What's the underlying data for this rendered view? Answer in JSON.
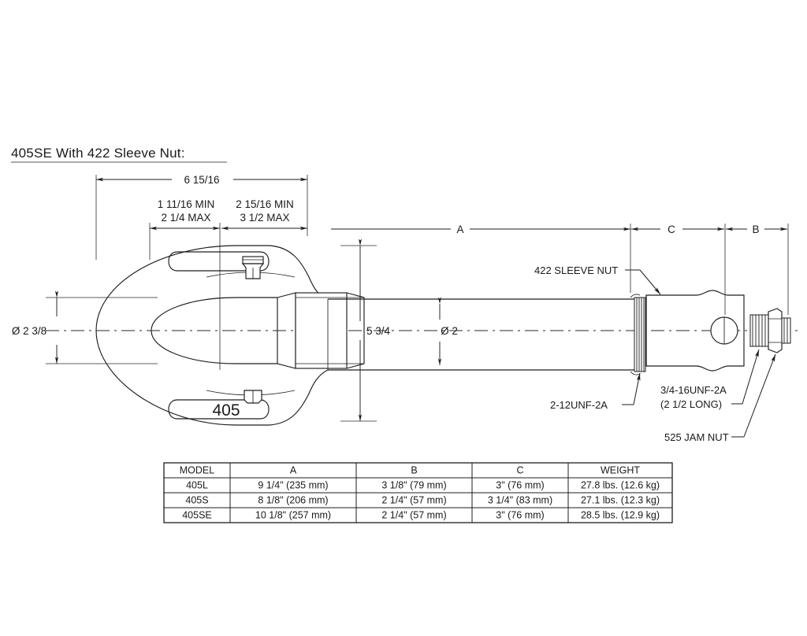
{
  "title": "405SE With 422 Sleeve Nut:",
  "dimensions": {
    "overall_top": "6 15/16",
    "seg1_min": "1 11/16 MIN",
    "seg1_max": "2 1/4 MAX",
    "seg2_min": "2 15/16 MIN",
    "seg2_max": "3 1/2 MAX",
    "letter_a": "A",
    "letter_c": "C",
    "letter_b": "B",
    "eye_diameter": "Ø 2 3/8",
    "head_height": "5 3/4",
    "shank_diameter": "Ø 2"
  },
  "callouts": {
    "sleeve_nut": "422 SLEEVE NUT",
    "shank_thread": "2-12UNF-2A",
    "stud_thread_line1": "3/4-16UNF-2A",
    "stud_thread_line2": "(2 1/2 LONG)",
    "jam_nut": "525 JAM NUT"
  },
  "body_stamp": "405",
  "table": {
    "headers": [
      "MODEL",
      "A",
      "B",
      "C",
      "WEIGHT"
    ],
    "rows": [
      [
        "405L",
        "9 1/4\" (235 mm)",
        "3 1/8\" (79 mm)",
        "3\" (76 mm)",
        "27.8 lbs. (12.6 kg)"
      ],
      [
        "405S",
        "8 1/8\" (206 mm)",
        "2 1/4\" (57 mm)",
        "3 1/4\" (83 mm)",
        "27.1 lbs. (12.3 kg)"
      ],
      [
        "405SE",
        "10 1/8\" (257 mm)",
        "2 1/4\" (57 mm)",
        "3\" (76 mm)",
        "28.5 lbs. (12.9 kg)"
      ]
    ]
  },
  "colors": {
    "line": "#1d1d1d",
    "background": "#ffffff",
    "text": "#1a1a1a"
  }
}
